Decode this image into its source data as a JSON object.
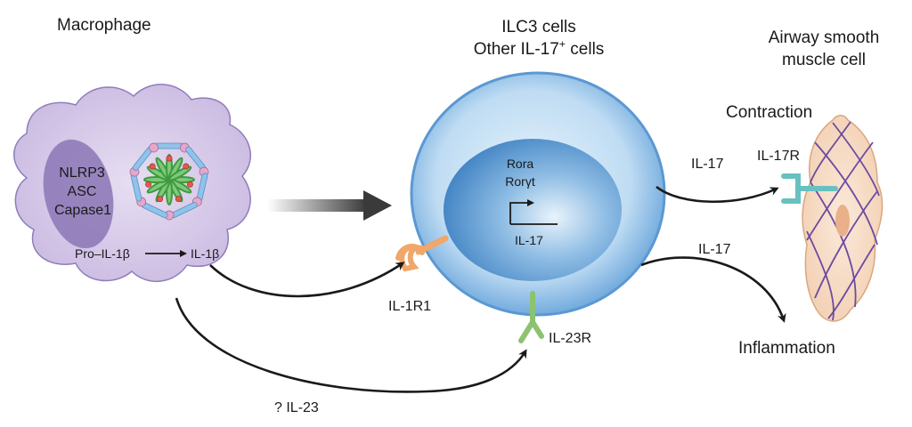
{
  "macrophage": {
    "title": "Macrophage",
    "inflammasome_components": [
      "NLRP3",
      "ASC",
      "Capase1"
    ],
    "pro_il1b": "Pro–IL-1β",
    "il1b": "IL-1β"
  },
  "ilc3": {
    "title_line1": "ILC3 cells",
    "title_line2_main": "Other IL-17",
    "title_line2_sup": "+",
    "title_line2_end": " cells",
    "nucleus_gene1": "Rora",
    "nucleus_gene2": "Rorγt",
    "nucleus_product": "IL-17",
    "receptor_il1r1": "IL-1R1",
    "receptor_il23r": "IL-23R"
  },
  "airway": {
    "title_line1": "Airway smooth",
    "title_line2": "muscle cell",
    "contraction": "Contraction",
    "receptor_il17r": "IL-17R"
  },
  "arrows": {
    "il17_to_muscle": "IL-17",
    "il17_to_inflammation": "IL-17",
    "il23_label": "? IL-23"
  },
  "outcome": {
    "inflammation": "Inflammation"
  },
  "colors": {
    "macrophage_fill": "#d9cdea",
    "macrophage_nucleus": "#8d7ab6",
    "ilc3_outer": "#9fcbec",
    "ilc3_nucleus": "#4b8fcb",
    "il1r1_receptor": "#f1a66a",
    "il23r_receptor": "#8dc270",
    "il17r_receptor": "#66c1c0",
    "muscle_fill": "#f6d9c2",
    "muscle_mesh": "#6d4aa0"
  }
}
